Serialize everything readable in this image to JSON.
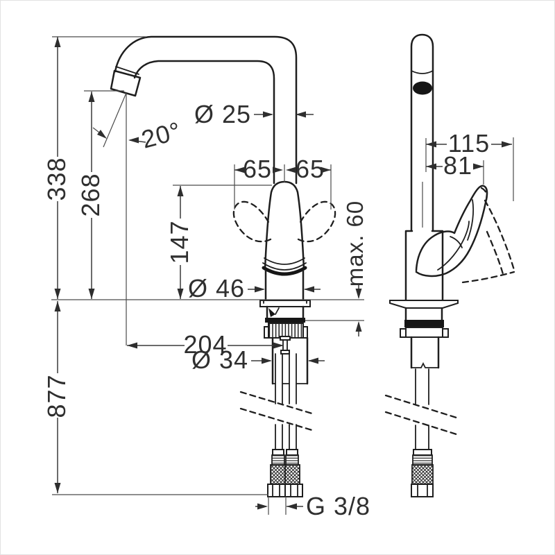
{
  "drawing": {
    "kind": "faucet-technical-dimension-drawing",
    "background": "#ffffff",
    "line_color": "#1e1e1e",
    "dim_color": "#2f2f2f",
    "views": {
      "front": {
        "dims": {
          "total_height": "338",
          "spout_outlet_height": "268",
          "handle_top_height": "147",
          "overall_with_hoses": "877",
          "spout_reach": "204",
          "spout_angle": "20°",
          "spout_pipe_diameter": "Ø 25",
          "body_diameter": "Ø 46",
          "shank_diameter": "Ø 34",
          "swivel_left": "65",
          "swivel_right": "65",
          "max_deck_thickness": "max. 60",
          "hose_thread": "G 3/8"
        }
      },
      "side": {
        "dims": {
          "handle_projection_raised": "115",
          "handle_projection": "81"
        }
      }
    }
  }
}
